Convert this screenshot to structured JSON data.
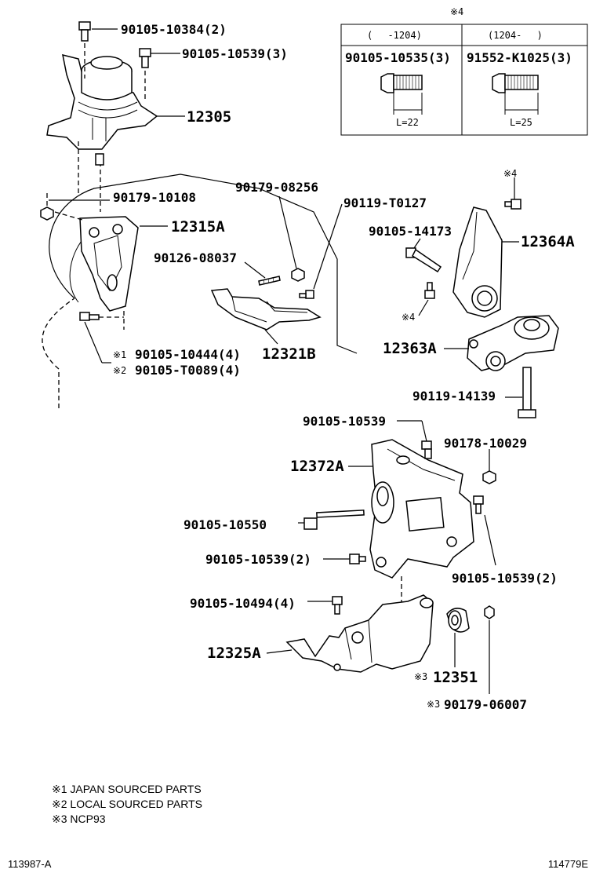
{
  "labels": {
    "p90105_10384": "90105-10384(2)",
    "p90105_10539_3": "90105-10539(3)",
    "p12305": "12305",
    "p90179_10108": "90179-10108",
    "p12315A": "12315A",
    "p90179_08256": "90179-08256",
    "p90119_T0127": "90119-T0127",
    "p90126_08037": "90126-08037",
    "p12321B": "12321B",
    "p90105_10444": "90105-10444(4)",
    "p90105_T0089": "90105-T0089(4)",
    "p90105_14173": "90105-14173",
    "p12364A": "12364A",
    "p12363A": "12363A",
    "p90119_14139": "90119-14139",
    "p90105_10539_a": "90105-10539",
    "p90178_10029": "90178-10029",
    "p12372A": "12372A",
    "p90105_10550": "90105-10550",
    "p90105_10539_2a": "90105-10539(2)",
    "p90105_10539_2b": "90105-10539(2)",
    "p90105_10494": "90105-10494(4)",
    "p12325A": "12325A",
    "p12351": "12351",
    "p90179_06007": "90179-06007"
  },
  "marks": {
    "m1": "※1",
    "m2": "※2",
    "m3a": "※3",
    "m3b": "※3",
    "m4_top": "※4",
    "m4_bolt": "※4",
    "m4_left": "※4"
  },
  "table": {
    "col1_header": "(　 -1204)",
    "col2_header": "(1204-　 )",
    "col1_part": "90105-10535(3)",
    "col2_part": "91552-K1025(3)",
    "col1_length": "L=22",
    "col2_length": "L=25"
  },
  "notes": [
    "※1 JAPAN SOURCED PARTS",
    "※2 LOCAL SOURCED PARTS",
    "※3 NCP93"
  ],
  "footer": {
    "left": "113987-A",
    "right": "114779E"
  }
}
